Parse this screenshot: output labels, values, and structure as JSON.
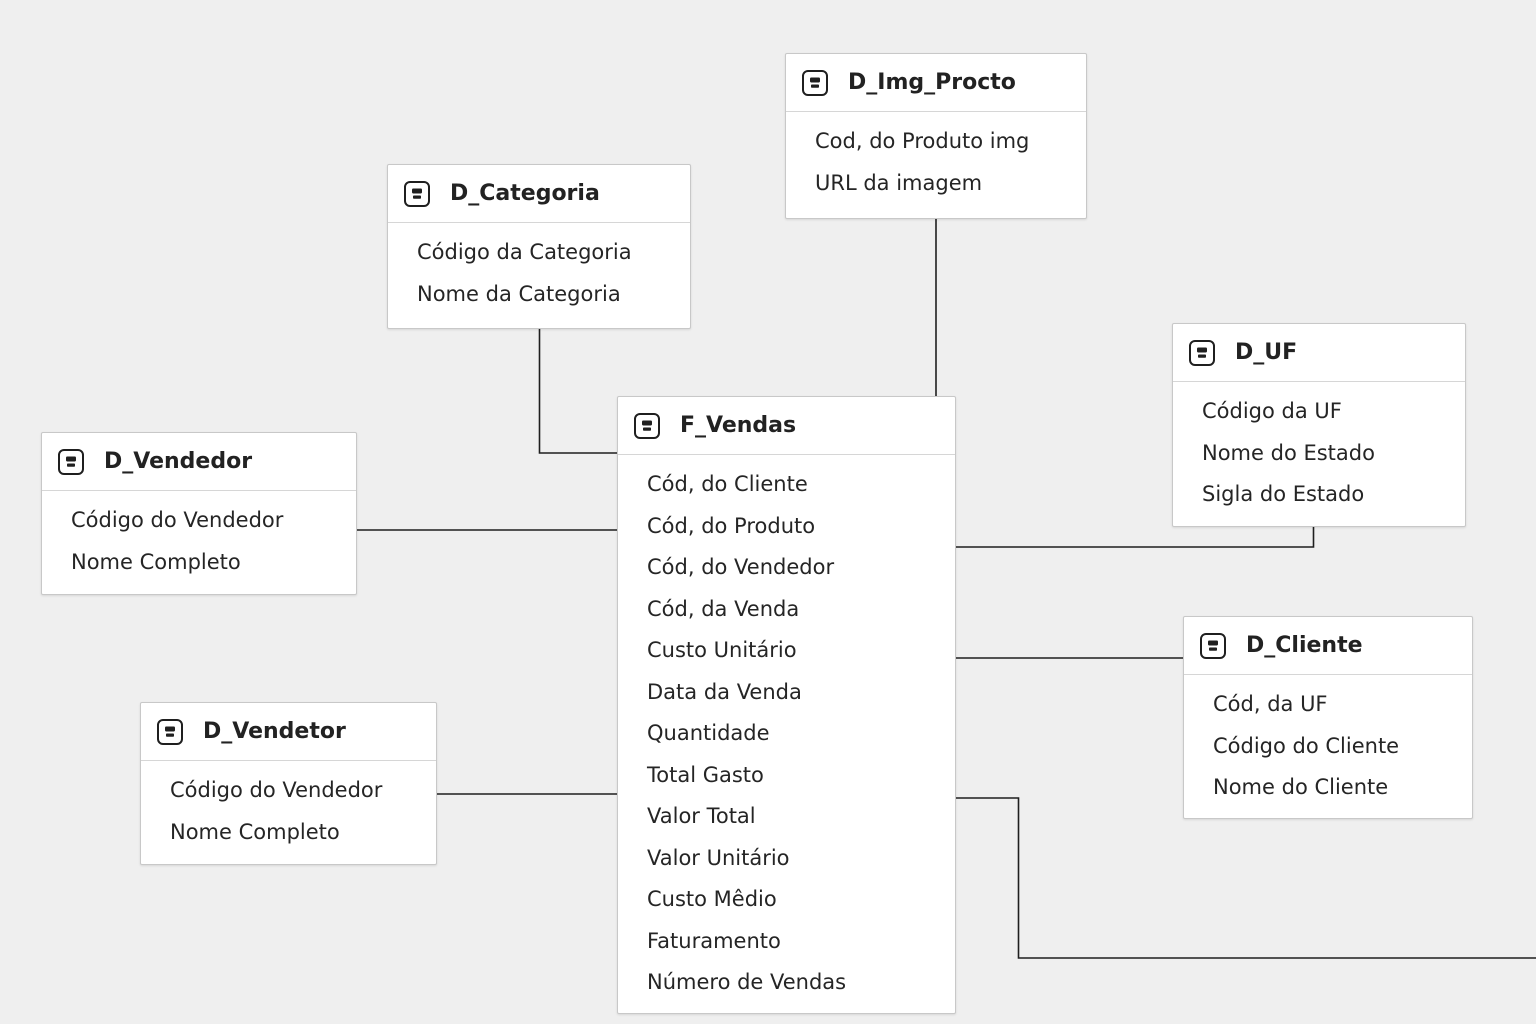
{
  "tables": {
    "f_vendas": {
      "title": "F_Vendas",
      "fields": [
        "Cód, do Cliente",
        "Cód, do Produto",
        "Cód, do Vendedor",
        "Cód, da Venda",
        "Custo Unitário",
        "Data da Venda",
        "Quantidade",
        "Total Gasto",
        "Valor Total",
        "Valor Unitário",
        "Custo Mêdio",
        "Faturamento",
        "Número de Vendas"
      ]
    },
    "d_categoria": {
      "title": "D_Categoria",
      "fields": [
        "Código da Categoria",
        "Nome da Categoria"
      ]
    },
    "d_img_procto": {
      "title": "D_Img_Procto",
      "fields": [
        "Cod, do Produto img",
        "URL da imagem"
      ]
    },
    "d_uf": {
      "title": "D_UF",
      "fields": [
        "Código da UF",
        "Nome do Estado",
        "Sigla do Estado"
      ]
    },
    "d_vendedor": {
      "title": "D_Vendedor",
      "fields": [
        "Código do Vendedor",
        "Nome Completo"
      ]
    },
    "d_vendetor": {
      "title": "D_Vendetor",
      "fields": [
        "Código do Vendedor",
        "Nome Completo"
      ]
    },
    "d_cliente": {
      "title": "D_Cliente",
      "fields": [
        "Cód, da UF",
        "Código do Cliente",
        "Nome do Cliente"
      ]
    }
  },
  "relationships": [
    {
      "from": "D_Categoria",
      "to": "F_Vendas"
    },
    {
      "from": "D_Img_Procto",
      "to": "F_Vendas"
    },
    {
      "from": "D_Vendedor",
      "to": "F_Vendas"
    },
    {
      "from": "D_Vendetor",
      "to": "F_Vendas"
    },
    {
      "from": "D_UF",
      "to": "F_Vendas"
    },
    {
      "from": "D_Cliente",
      "to": "F_Vendas"
    }
  ],
  "icon": "table-icon",
  "colors": {
    "background": "#efefef",
    "card": "#ffffff",
    "border": "#c8c8c8",
    "line": "#1f1f1f",
    "text": "#222222"
  }
}
